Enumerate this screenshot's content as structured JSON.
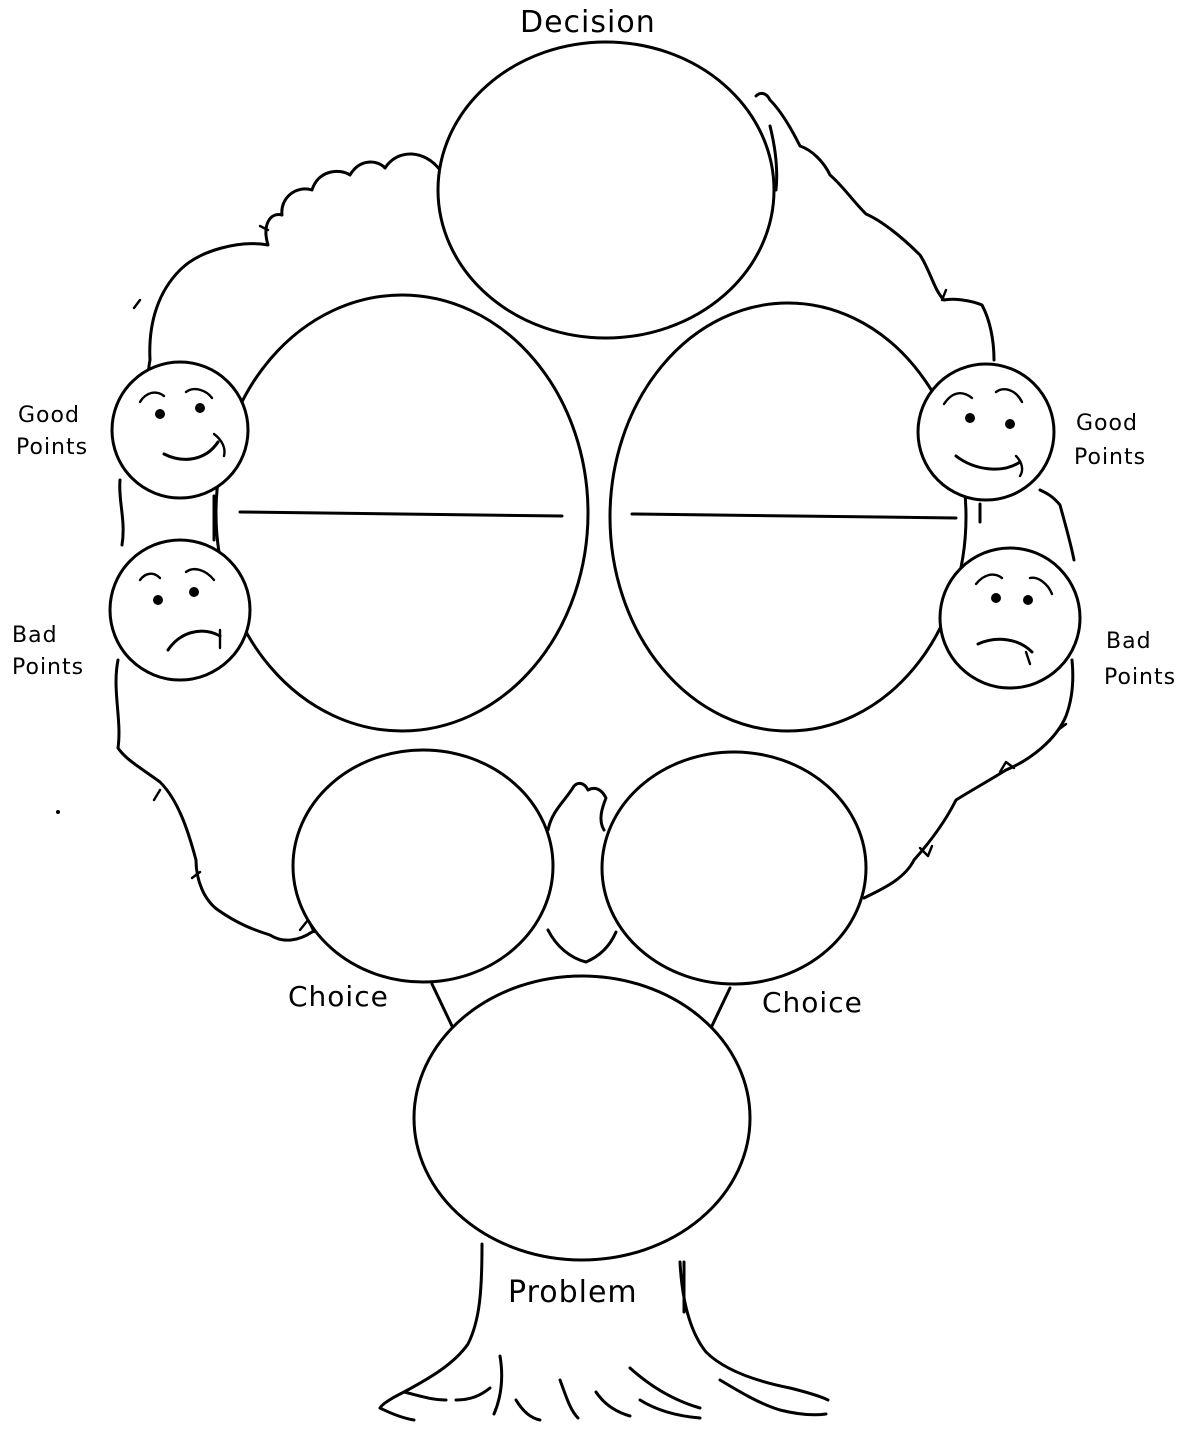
{
  "labels": {
    "decision": "Decision",
    "good_points_left": [
      "Good",
      "Points"
    ],
    "bad_points_left": [
      "Bad",
      "Points"
    ],
    "good_points_right": [
      "Good",
      "Points"
    ],
    "bad_points_right": [
      "Bad",
      "Points"
    ],
    "choice_left": "Choice",
    "choice_right": "Choice",
    "problem": "Problem"
  },
  "colors": {
    "ink": "#000000",
    "paper": "#ffffff"
  },
  "icons": {
    "good": "happy-face-icon",
    "bad": "sad-face-icon"
  }
}
